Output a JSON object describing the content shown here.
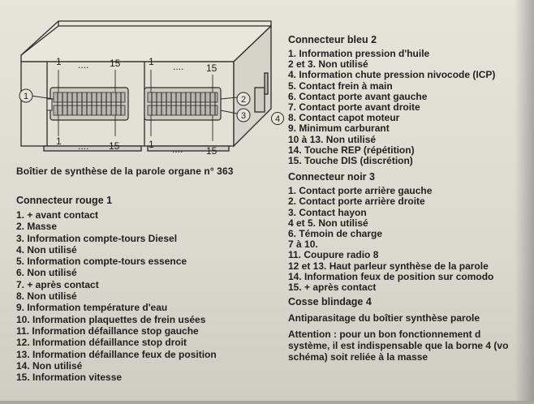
{
  "diagram": {
    "pin_first": "1",
    "dots": "....",
    "pin_last": "15",
    "callouts": [
      "1",
      "2",
      "3",
      "4"
    ]
  },
  "caption": "Boîtier de synthèse de la parole organe n° 363",
  "connecteur_rouge": {
    "title": "Connecteur rouge 1",
    "items": [
      "1. + avant contact",
      "2. Masse",
      "3. Information compte-tours Diesel",
      "4. Non utilisé",
      "5. Information compte-tours essence",
      "6. Non utilisé",
      "7. + après contact",
      "8. Non utilisé",
      "9. Information température d'eau",
      "10. Information plaquettes de frein usées",
      "11. Information défaillance stop gauche",
      "12. Information défaillance stop droit",
      "13. Information défaillance feux de position",
      "14. Non utilisé",
      "15. Information vitesse"
    ]
  },
  "connecteur_bleu": {
    "title": "Connecteur bleu 2",
    "items": [
      "1. Information pression d'huile",
      "2 et 3. Non utilisé",
      "4. Information chute pression nivocode (ICP)",
      "5. Contact frein à main",
      "6. Contact porte avant gauche",
      "7. Contact porte avant droite",
      "8. Contact capot moteur",
      "9. Minimum carburant",
      "10 à 13. Non utilisé",
      "14. Touche REP (répétition)",
      "15. Touche DIS (discrétion)"
    ]
  },
  "connecteur_noir": {
    "title": "Connecteur noir 3",
    "items": [
      "1. Contact porte arrière gauche",
      "2. Contact porte arrière droite",
      "3. Contact hayon",
      "4 et 5. Non utilisé",
      "6. Témoin de charge",
      "7 à 10.",
      "11. Coupure radio 8",
      "12 et 13. Haut parleur synthèse de la parole",
      "14. Information feux de position sur comodo",
      "15. + après contact"
    ]
  },
  "cosse": {
    "title": "Cosse blindage 4",
    "subtitle": "Antiparasitage du boîtier synthèse parole",
    "attention_lines": [
      "Attention :  pour  un  bon  fonctionnement  d",
      "système, il est indispensable que la borne 4 (vo",
      "schéma) soit reliée à la masse"
    ]
  }
}
